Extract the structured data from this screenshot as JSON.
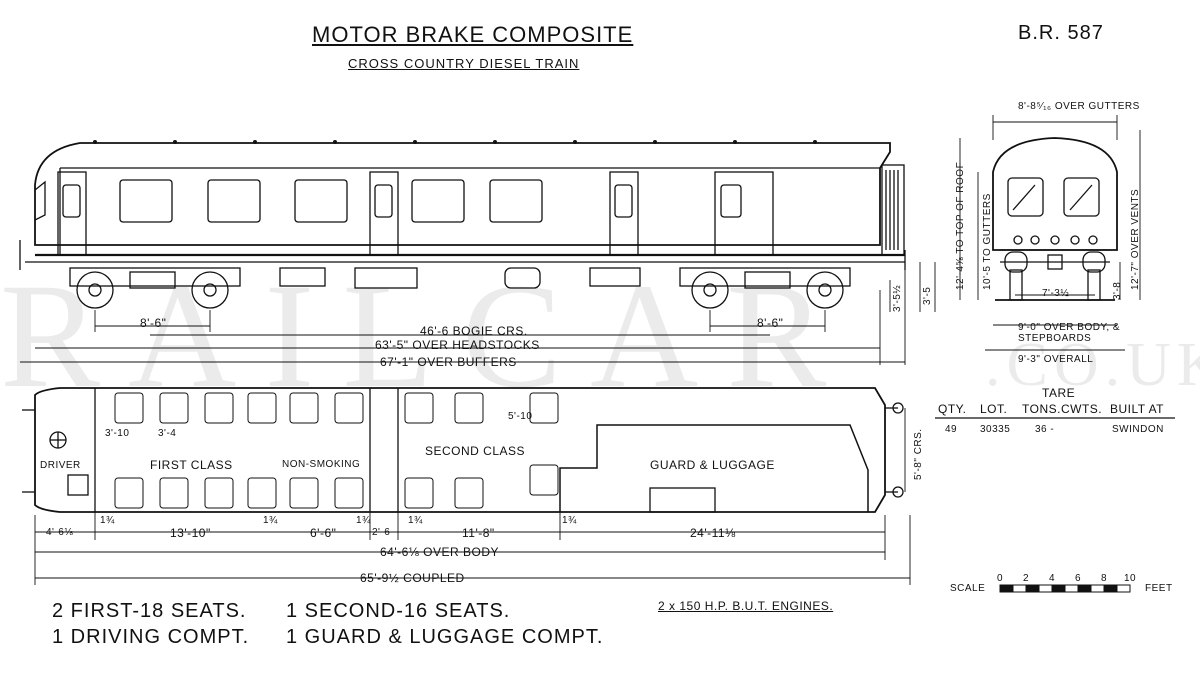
{
  "header": {
    "title": "MOTOR BRAKE COMPOSITE",
    "subtitle": "CROSS COUNTRY DIESEL TRAIN",
    "diagram_ref": "B.R. 587"
  },
  "watermark": {
    "main": "RAILCAR",
    "suffix": ".CO.UK"
  },
  "side_view_dims": {
    "bogie_wheelbase_left": "8'-6\"",
    "bogie_wheelbase_right": "8'-6\"",
    "bogie_centres": "46'-6 BOGIE CRS.",
    "over_headstocks": "63'-5\" OVER HEADSTOCKS",
    "over_buffers": "67'-1\" OVER BUFFERS",
    "buffer_height": "3'-5½",
    "floor_height": "3'-5"
  },
  "end_view_dims": {
    "over_gutters": "8'-8⁵⁄₁₆ OVER GUTTERS",
    "top_of_roof": "12'-4⅝ TO TOP OF ROOF",
    "to_gutters": "10'-5 TO GUTTERS",
    "over_vents": "12'-7\" OVER VENTS",
    "wheel_gauge": "7'-3½",
    "step_height": "3'-8",
    "over_body": "9'-0\" OVER BODY, & STEPBOARDS",
    "overall": "9'-3\" OVERALL"
  },
  "plan_labels": {
    "driver": "DRIVER",
    "first_class": "FIRST CLASS",
    "non_smoking": "NON-SMOKING",
    "second_class": "SECOND CLASS",
    "guard_luggage": "GUARD & LUGGAGE",
    "seat_pitch_a": "3'-10",
    "seat_pitch_b": "3'-4",
    "seat_pitch_c": "5'-10",
    "gangway_width": "5'-8\" CRS."
  },
  "plan_dims": {
    "cab": "4'-6⅛",
    "first_compartments": "13'-10\"",
    "non_smoking": "6'-6\"",
    "vestibule": "2'-6",
    "second": "11'-8\"",
    "guard": "24'-11⅛",
    "partition": "1¾",
    "over_body": "64'-6⅛ OVER BODY",
    "coupled": "65'-9½ COUPLED"
  },
  "tare_table": {
    "heading": "TARE",
    "columns": [
      "QTY.",
      "LOT.",
      "TONS.CWTS.",
      "BUILT AT"
    ],
    "row": [
      "49",
      "30335",
      "36 -",
      "SWINDON"
    ]
  },
  "scale_bar": {
    "label": "SCALE",
    "ticks": [
      "0",
      "2",
      "4",
      "6",
      "8",
      "10"
    ],
    "unit": "FEET"
  },
  "summary": {
    "line1a": "2 FIRST-18 SEATS.",
    "line1b": "1 SECOND-16 SEATS.",
    "line2a": "1 DRIVING COMPT.",
    "line2b": "1 GUARD & LUGGAGE COMPT.",
    "engines": "2 x 150 H.P. B.U.T. ENGINES."
  }
}
